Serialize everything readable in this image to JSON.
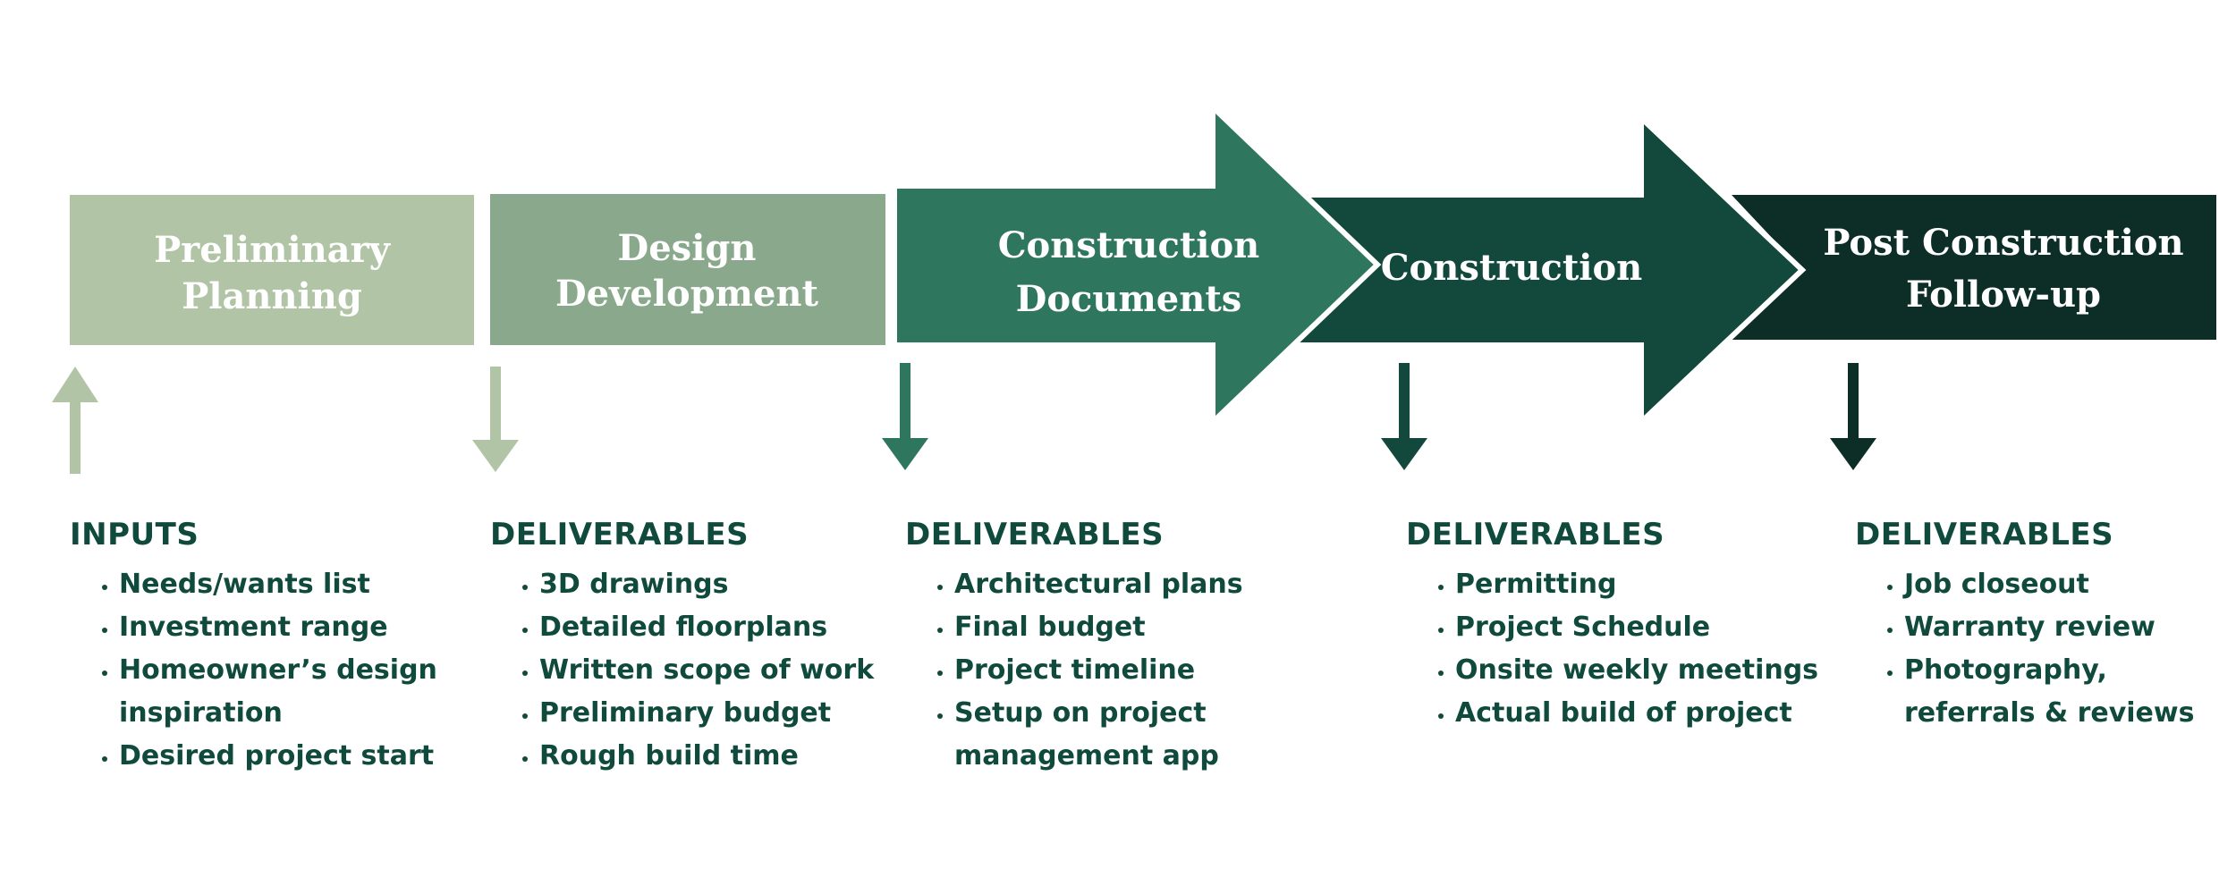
{
  "colors": {
    "stage1": "#b1c4a6",
    "stage2": "#8aa88b",
    "stage3": "#2e765d",
    "stage4": "#13493c",
    "stage5": "#0c2e27",
    "text": "#0f4a3c"
  },
  "stages": [
    {
      "line1": "Preliminary",
      "line2": "Planning"
    },
    {
      "line1": "Design",
      "line2": "Development"
    },
    {
      "line1": "Construction",
      "line2": "Documents"
    },
    {
      "line1": "Construction",
      "line2": ""
    },
    {
      "line1": "Post Construction",
      "line2": "Follow-up"
    }
  ],
  "sections": [
    {
      "heading": "INPUTS",
      "items": [
        "Needs/wants list",
        "Investment range",
        "Homeowner’s design inspiration",
        "Desired project start"
      ]
    },
    {
      "heading": "DELIVERABLES",
      "items": [
        "3D drawings",
        "Detailed floorplans",
        "Written scope of work",
        "Preliminary budget",
        "Rough build time"
      ]
    },
    {
      "heading": "DELIVERABLES",
      "items": [
        "Architectural plans",
        "Final budget",
        "Project timeline",
        "Setup on project management app"
      ]
    },
    {
      "heading": "DELIVERABLES",
      "items": [
        "Permitting",
        "Project Schedule",
        "Onsite weekly meetings",
        "Actual build of project"
      ]
    },
    {
      "heading": "DELIVERABLES",
      "items": [
        "Job closeout",
        "Warranty review",
        "Photography, referrals & reviews"
      ]
    }
  ]
}
